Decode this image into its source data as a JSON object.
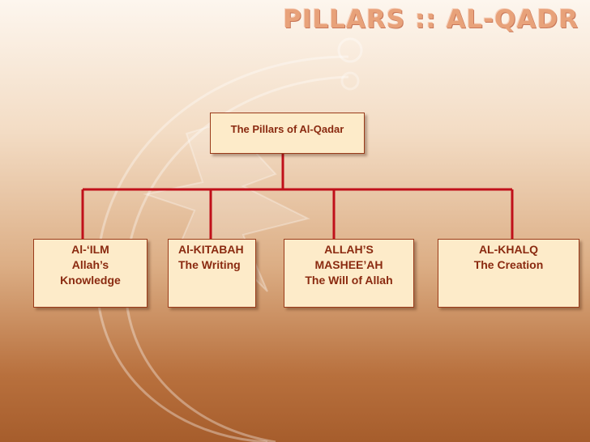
{
  "slide": {
    "title": "PILLARS :: AL-QADR"
  },
  "diagram": {
    "root": {
      "label": "The Pillars of Al-Qadar"
    },
    "children": [
      {
        "lines": [
          "Al-‘ILM",
          "Allah’s",
          "Knowledge"
        ]
      },
      {
        "lines": [
          "Al-KITABAH",
          "The Writing"
        ]
      },
      {
        "lines": [
          "ALLAH’S",
          "MASHEE’AH",
          "The Will of Allah"
        ]
      },
      {
        "lines": [
          "AL-KHALQ",
          "The Creation"
        ]
      }
    ]
  },
  "colors": {
    "box_fill": "#fdebc9",
    "box_border": "#9a3b1a",
    "text": "#8a2a10",
    "connector": "#c0101a",
    "title": "#e8a27a"
  }
}
